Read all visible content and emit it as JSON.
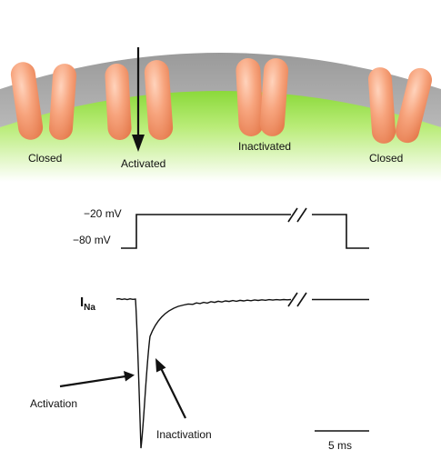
{
  "channel_states": [
    "Closed",
    "Activated",
    "Inactivated",
    "Closed"
  ],
  "voltage_trace": {
    "high_label": "−20 mV",
    "low_label": "−80 mV"
  },
  "current_trace": {
    "label": "I",
    "label_subscript": "Na",
    "phase_labels": [
      "Activation",
      "Inactivation"
    ]
  },
  "scale_bar": {
    "label": "5 ms"
  },
  "colors": {
    "membrane_top_band": "#a9a9a9",
    "cytoplasm_green": "#8edb3a",
    "channel_subunit": "#f29c73",
    "trace": "#111111"
  }
}
